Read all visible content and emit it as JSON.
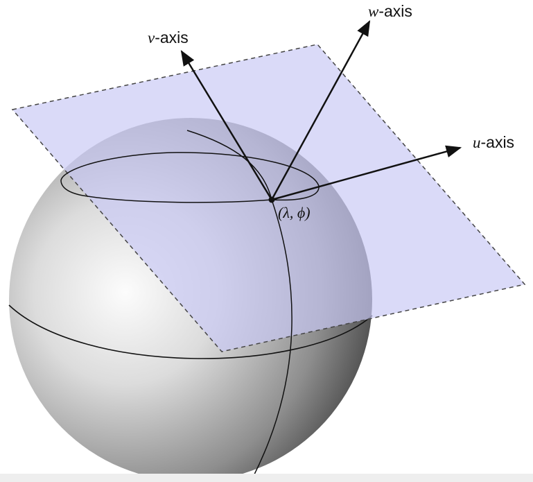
{
  "labels": {
    "v_axis_var": "v",
    "v_axis_suffix": "-axis",
    "w_axis_var": "w",
    "w_axis_suffix": "-axis",
    "u_axis_var": "u",
    "u_axis_suffix": "-axis",
    "point": "(λ, ϕ)"
  },
  "colors": {
    "plane_fill": "#c9c8f4",
    "plane_edge": "#444444",
    "sphere_light": "#fafafa",
    "sphere_dark": "#4a4a4a",
    "line": "#111111"
  }
}
